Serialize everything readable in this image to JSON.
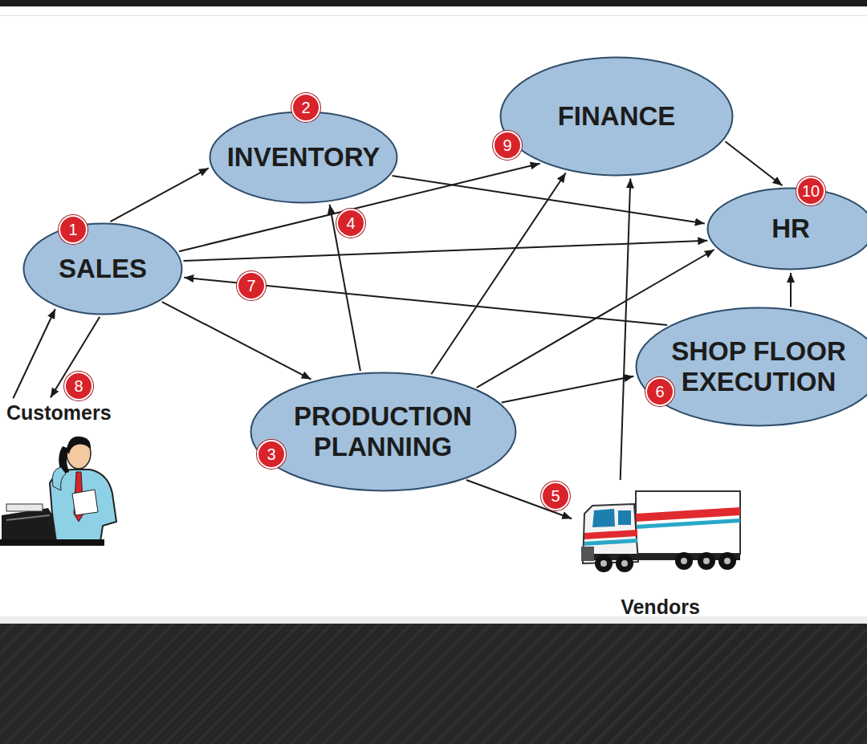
{
  "diagram": {
    "nodes": [
      {
        "text": [
          "SALES"
        ]
      },
      {
        "text": [
          "INVENTORY"
        ]
      },
      {
        "text": [
          "FINANCE"
        ]
      },
      {
        "text": [
          "HR"
        ]
      },
      {
        "text": [
          "SHOP FLOOR EXECUTION"
        ]
      },
      {
        "text": [
          "PRODUCTION PLANNING"
        ]
      },
      {
        "text": [
          "Customers"
        ]
      },
      {
        "text": [
          "Vendors"
        ]
      }
    ],
    "edges": [
      {
        "from": 6,
        "to": 0,
        "arrow": "to"
      },
      {
        "from": 0,
        "to": 6,
        "arrow": "to"
      },
      {
        "from": 0,
        "to": 1,
        "arrow": "to"
      },
      {
        "from": 0,
        "to": 2,
        "arrow": "to"
      },
      {
        "from": 0,
        "to": 3,
        "arrow": "to"
      },
      {
        "from": 0,
        "to": 5,
        "arrow": "to"
      },
      {
        "from": 1,
        "to": 3,
        "arrow": "to"
      },
      {
        "from": 5,
        "to": 1,
        "arrow": "to"
      },
      {
        "from": 5,
        "to": 2,
        "arrow": "to"
      },
      {
        "from": 5,
        "to": 3,
        "arrow": "to"
      },
      {
        "from": 5,
        "to": 4,
        "arrow": "to"
      },
      {
        "from": 5,
        "to": 7,
        "arrow": "to"
      },
      {
        "from": 7,
        "to": 2,
        "arrow": "to"
      },
      {
        "from": 2,
        "to": 3,
        "arrow": "to"
      },
      {
        "from": 4,
        "to": 0,
        "arrow": "to"
      },
      {
        "from": 4,
        "to": 3,
        "arrow": "to"
      }
    ],
    "labels": [
      "1",
      "2",
      "3",
      "4",
      "5",
      "6",
      "7",
      "8",
      "9",
      "10"
    ]
  }
}
